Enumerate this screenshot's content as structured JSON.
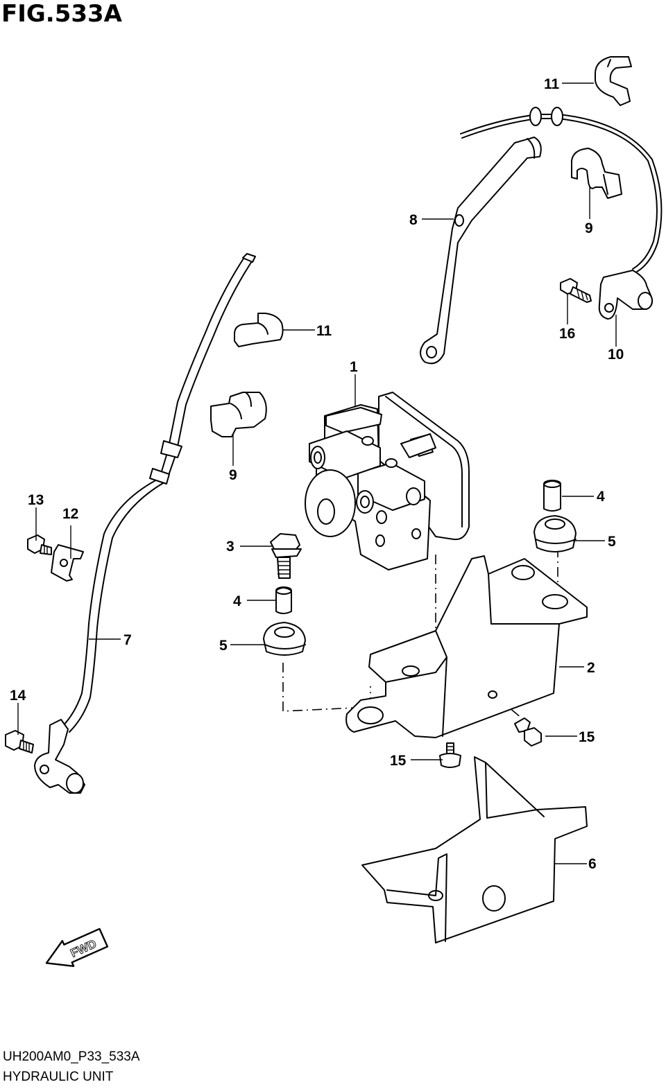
{
  "figure": {
    "title": "FIG.533A",
    "code": "UH200AM0_P33_533A",
    "name": "HYDRAULIC UNIT"
  },
  "callouts": {
    "c1": "1",
    "c2": "2",
    "c3": "3",
    "c4a": "4",
    "c4b": "4",
    "c5a": "5",
    "c5b": "5",
    "c6": "6",
    "c7": "7",
    "c8": "8",
    "c9a": "9",
    "c9b": "9",
    "c10": "10",
    "c11a": "11",
    "c11b": "11",
    "c12": "12",
    "c13": "13",
    "c14": "14",
    "c15a": "15",
    "c15b": "15",
    "c16": "16"
  },
  "fwd_label": "FWD"
}
